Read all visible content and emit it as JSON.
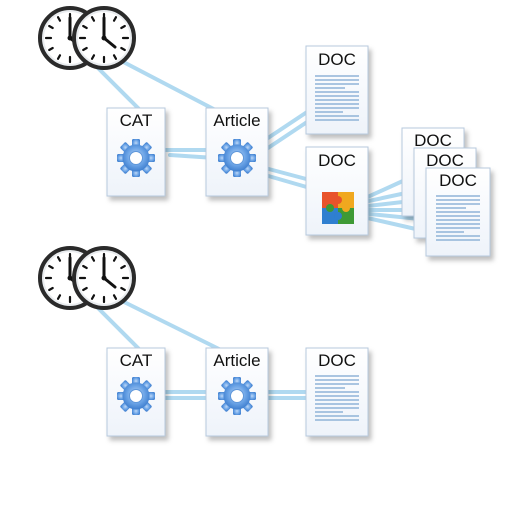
{
  "diagram": {
    "top": {
      "cat_label": "CAT",
      "article_label": "Article",
      "doc_top_label": "DOC",
      "doc_plugin_label": "DOC",
      "stack_labels": [
        "DOC",
        "DOC",
        "DOC"
      ],
      "icons": {
        "clock": "clock-icon",
        "gear": "gear-icon",
        "plugin": "puzzle-plugin-icon"
      }
    },
    "bottom": {
      "cat_label": "CAT",
      "article_label": "Article",
      "doc_label": "DOC"
    },
    "colors": {
      "connector": "#9fd0ec",
      "card_fill": "#f7f9fc",
      "card_border": "#b7c9dd",
      "gear": "#4f8fd8",
      "doc_line": "#8fb3d8",
      "puzzle": [
        "#e8532b",
        "#2f7fd0",
        "#3e9a35",
        "#f0a81f"
      ]
    }
  }
}
